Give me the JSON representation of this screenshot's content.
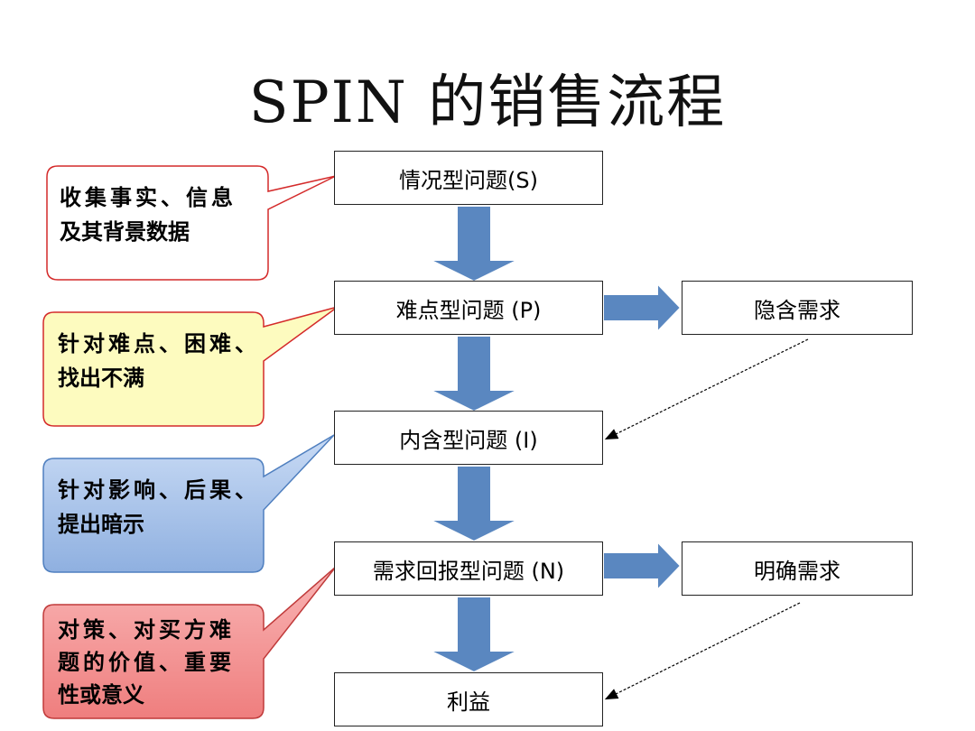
{
  "title": "SPIN 的销售流程",
  "steps": [
    {
      "label": "情况型问题(S)"
    },
    {
      "label": "难点型问题 (P)"
    },
    {
      "label": "内含型问题 (I)"
    },
    {
      "label": "需求回报型问题 (N)"
    },
    {
      "label": "利益"
    }
  ],
  "side_boxes": [
    {
      "label": "隐含需求"
    },
    {
      "label": "明确需求"
    }
  ],
  "callouts": [
    {
      "lines": [
        "收集事实、信息",
        "及其背景数据"
      ],
      "fill": "#ffffff",
      "stroke": "#d42a2a"
    },
    {
      "lines": [
        "针对难点、困难、",
        "找出不满"
      ],
      "fill": "#fdfbbf",
      "stroke": "#d42a2a"
    },
    {
      "lines": [
        "针对影响、后果、",
        "提出暗示"
      ],
      "fill": "#a9c6ef",
      "stroke": "#4f7fbf"
    },
    {
      "lines": [
        "对策、对买方难",
        "题的价值、重要",
        "性或意义"
      ],
      "fill": "#f79494",
      "stroke": "#c03a3a"
    }
  ]
}
